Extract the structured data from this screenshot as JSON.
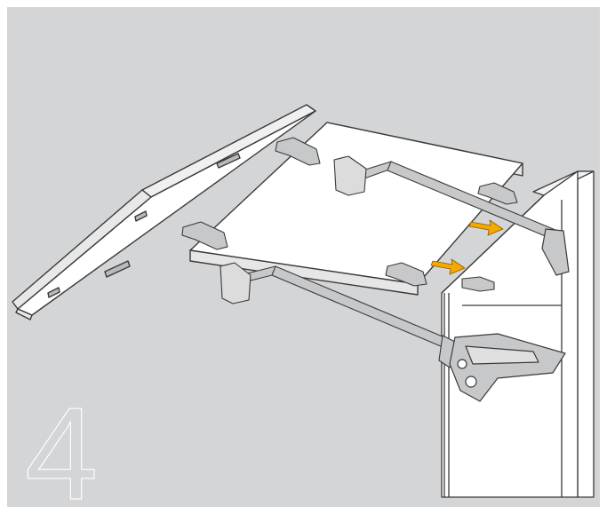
{
  "figure": {
    "step_number": "4",
    "colors": {
      "background": "#d4d5d7",
      "panel": "#ffffff",
      "line": "#3a3a3a",
      "hardware": "#c7c8ca",
      "arrow": "#f5a800",
      "step_number": "#ffffff"
    },
    "icons": [
      "lid-panel",
      "top-panel",
      "cabinet-side",
      "lift-arm",
      "lift-mechanism",
      "hinge",
      "direction-arrow"
    ]
  }
}
